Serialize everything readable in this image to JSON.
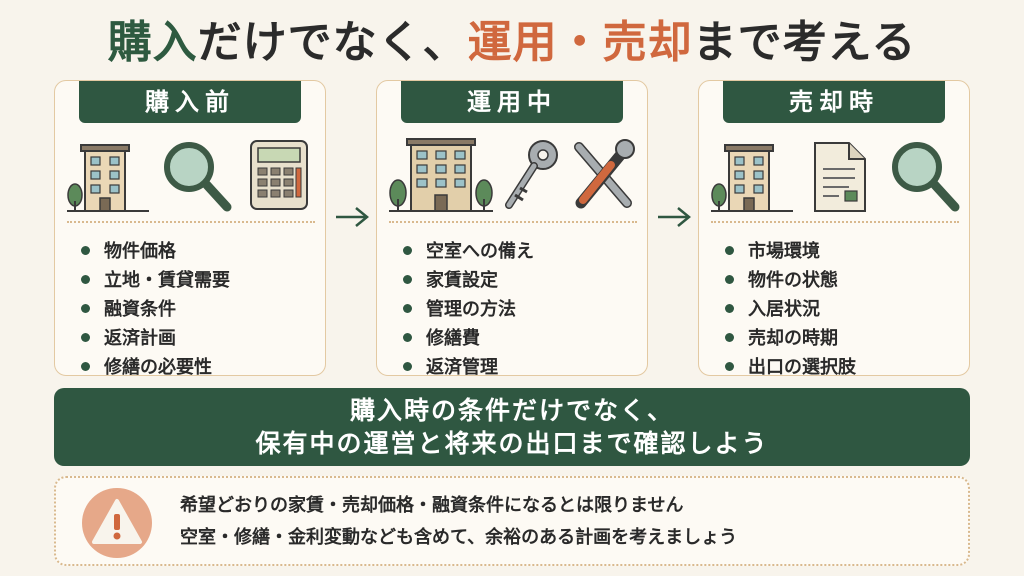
{
  "title": {
    "part1": "購入",
    "part2": "だけでなく、",
    "part3": "運用・売却",
    "part4": "まで考える"
  },
  "stages": [
    {
      "heading": "購入前",
      "icons": [
        "building-icon",
        "magnifier-icon",
        "calculator-icon"
      ],
      "items": [
        "物件価格",
        "立地・賃貸需要",
        "融資条件",
        "返済計画",
        "修繕の必要性"
      ]
    },
    {
      "heading": "運用中",
      "icons": [
        "apartment-icon",
        "key-icon",
        "tools-icon"
      ],
      "items": [
        "空室への備え",
        "家賃設定",
        "管理の方法",
        "修繕費",
        "返済管理"
      ]
    },
    {
      "heading": "売却時",
      "icons": [
        "building-icon",
        "document-icon",
        "magnifier-icon"
      ],
      "items": [
        "市場環境",
        "物件の状態",
        "入居状況",
        "売却の時期",
        "出口の選択肢"
      ]
    }
  ],
  "banner": {
    "line1": "購入時の条件だけでなく、",
    "line2": "保有中の運営と将来の出口まで確認しよう"
  },
  "note": {
    "icon": "warning-icon",
    "line1": "希望どおりの家賃・売却価格・融資条件になるとは限りません",
    "line2": "空室・修繕・金利変動なども含めて、余裕のある計画を考えましょう"
  },
  "colors": {
    "green": "#2f5741",
    "orange": "#d0683e",
    "background": "#f8f4ec",
    "border": "#e3c9a2",
    "warning": "#e6a889"
  }
}
